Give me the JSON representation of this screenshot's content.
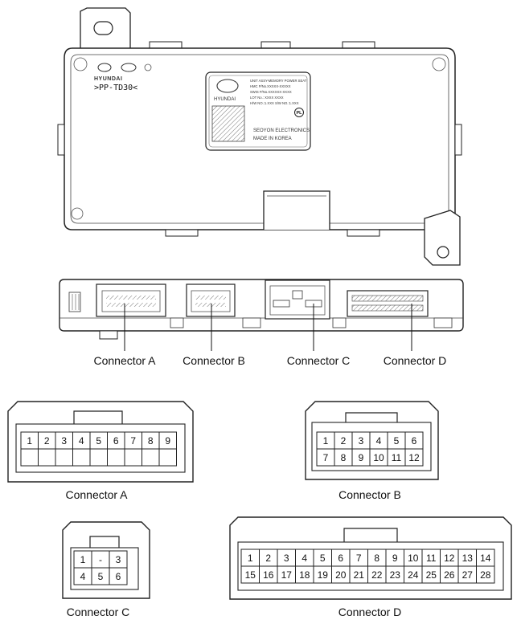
{
  "module": {
    "part_code": ">PP-TD30<",
    "brand_small": "HYUNDAI",
    "brand_label": "HYUNDAI",
    "label_lines": [
      "UNIT ASSY-MEMORY POWER SEAT",
      "HMC P/No.XXXXX-XXXXX",
      "SWIS P/No.XXXXXX-XXXX",
      "LOT No.: XXXX XXXX",
      "H/W NO.:1.XXX  S/W NO.:1.XXX"
    ],
    "supplier": "SEOYON ELECTRONICS",
    "origin": "MADE IN KOREA",
    "cert_mark": "PL"
  },
  "callouts": {
    "a": "Connector A",
    "b": "Connector B",
    "c": "Connector C",
    "d": "Connector D"
  },
  "connectors": {
    "a": {
      "label": "Connector A",
      "pins_top": [
        "1",
        "2",
        "3",
        "4",
        "5",
        "6",
        "7",
        "8",
        "9"
      ]
    },
    "b": {
      "label": "Connector B",
      "pins_top": [
        "1",
        "2",
        "3",
        "4",
        "5",
        "6"
      ],
      "pins_bottom": [
        "7",
        "8",
        "9",
        "10",
        "11",
        "12"
      ]
    },
    "c": {
      "label": "Connector C",
      "pins_top": [
        "1",
        "-",
        "3"
      ],
      "pins_bottom": [
        "4",
        "5",
        "6"
      ]
    },
    "d": {
      "label": "Connector D",
      "pins_top": [
        "1",
        "2",
        "3",
        "4",
        "5",
        "6",
        "7",
        "8",
        "9",
        "10",
        "11",
        "12",
        "13",
        "14"
      ],
      "pins_bottom": [
        "15",
        "16",
        "17",
        "18",
        "19",
        "20",
        "21",
        "22",
        "23",
        "24",
        "25",
        "26",
        "27",
        "28"
      ]
    }
  }
}
